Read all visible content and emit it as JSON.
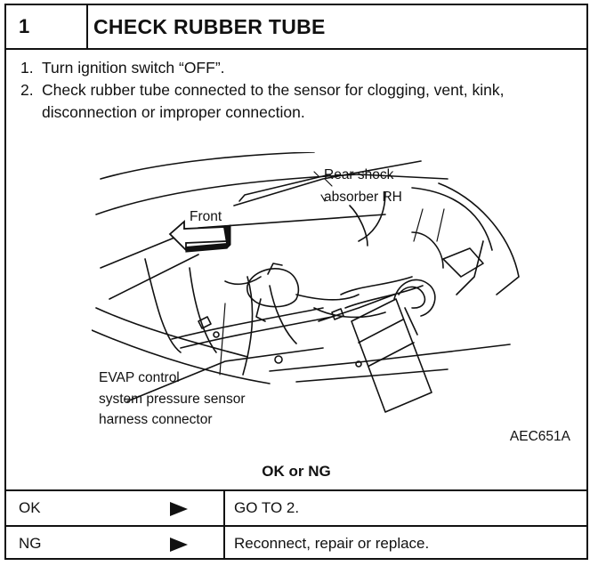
{
  "header": {
    "step_number": "1",
    "title": "CHECK RUBBER TUBE"
  },
  "instructions": [
    {
      "num": "1.",
      "text": "Turn ignition switch “OFF”."
    },
    {
      "num": "2.",
      "text": "Check rubber tube connected to the sensor for clogging, vent, kink, disconnection or improper connection."
    }
  ],
  "figure": {
    "label_front": "Front",
    "label_shock_1": "Rear shock",
    "label_shock_2": "absorber RH",
    "label_evap_1": "EVAP control",
    "label_evap_2": "system pressure sensor",
    "label_evap_3": "harness connector",
    "code": "AEC651A"
  },
  "result_heading": "OK or NG",
  "results": [
    {
      "status": "OK",
      "action": "GO TO 2."
    },
    {
      "status": "NG",
      "action": "Reconnect, repair or replace."
    }
  ]
}
